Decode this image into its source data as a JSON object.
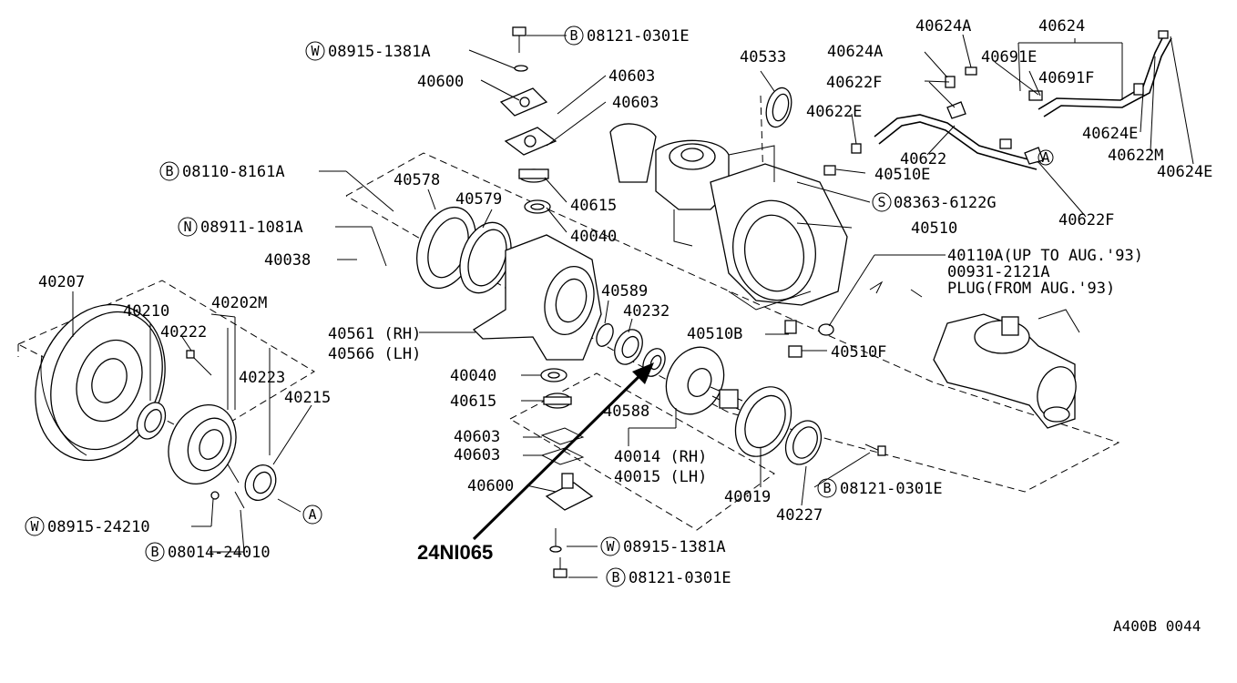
{
  "labels": {
    "l_40624A_top": "40624A",
    "l_40624": "40624",
    "l_40691E": "40691E",
    "l_40624A_mid": "40624A",
    "l_40691F": "40691F",
    "l_40533": "40533",
    "l_40622F_top": "40622F",
    "l_40622E": "40622E",
    "l_40624E_a": "40624E",
    "l_40622M": "40622M",
    "l_40624E_b": "40624E",
    "l_40622": "40622",
    "l_40510E": "40510E",
    "l_08363": "08363-6122G",
    "l_40622F_low": "40622F",
    "l_40510": "40510",
    "l_40110A": "40110A(UP TO AUG.'93)",
    "l_00931": "00931-2121A",
    "l_plug": "PLUG(FROM AUG.'93)",
    "l_08121_top": "08121-0301E",
    "l_08915_top": "08915-1381A",
    "l_40600_top": "40600",
    "l_40603_a": "40603",
    "l_40603_b": "40603",
    "l_08110": "08110-8161A",
    "l_40578": "40578",
    "l_40579": "40579",
    "l_40615_top": "40615",
    "l_08911": "08911-1081A",
    "l_40040_top": "40040",
    "l_40038": "40038",
    "l_40207": "40207",
    "l_40210": "40210",
    "l_40202M": "40202M",
    "l_40222": "40222",
    "l_40589": "40589",
    "l_40232": "40232",
    "l_40561": "40561 (RH)",
    "l_40566": "40566 (LH)",
    "l_40510B": "40510B",
    "l_40510F": "40510F",
    "l_40223": "40223",
    "l_40215": "40215",
    "l_40040_mid": "40040",
    "l_40615_mid": "40615",
    "l_40588": "40588",
    "l_40603_c": "40603",
    "l_40603_d": "40603",
    "l_40014": "40014 (RH)",
    "l_40015": "40015 (LH)",
    "l_40600_low": "40600",
    "l_40019": "40019",
    "l_08121_mid": "08121-0301E",
    "l_40227": "40227",
    "l_08915_24210": "08915-24210",
    "l_08014": "08014-24010",
    "l_A": "A",
    "l_A2": "A",
    "l_08915_low": "08915-1381A",
    "l_08121_low": "08121-0301E",
    "l_24NI065": "24NI065",
    "l_ref": "A400B 0044"
  },
  "prefixes": {
    "b": "B",
    "w": "W",
    "n": "N",
    "s": "S"
  }
}
